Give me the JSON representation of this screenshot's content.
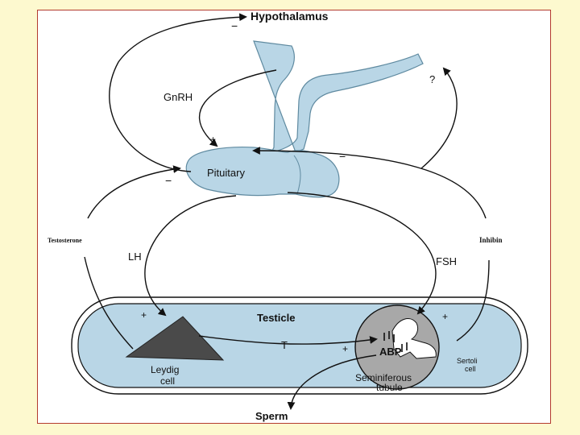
{
  "diagram": {
    "labels": {
      "hypothalamus": "Hypothalamus",
      "gnrh": "GnRH",
      "pituitary": "Pituitary",
      "question": "?",
      "testosterone": "Testosterone",
      "inhibin": "Inhibin",
      "lh": "LH",
      "fsh": "FSH",
      "testicle": "Testicle",
      "t": "T",
      "abp": "ABP",
      "leydig_line1": "Leydig",
      "leydig_line2": "cell",
      "sertoli_line1": "Sertoli",
      "sertoli_line2": "cell",
      "seminiferous_line1": "Seminiferous",
      "seminiferous_line2": "tubule",
      "sperm": "Sperm"
    },
    "signs": {
      "hypothalamus_minus": "−",
      "gnrh_plus": "+",
      "pituitary_left_minus": "−",
      "pituitary_right_minus": "−",
      "lh_plus": "+",
      "fsh_plus": "+",
      "t_plus": "+"
    },
    "colors": {
      "tissue_fill": "#b9d6e6",
      "tubule_fill": "#a8a8a8",
      "leydig_fill": "#4a4a4a",
      "frame_border": "#b33a2e",
      "slide_bg": "#fdf9cf"
    }
  }
}
